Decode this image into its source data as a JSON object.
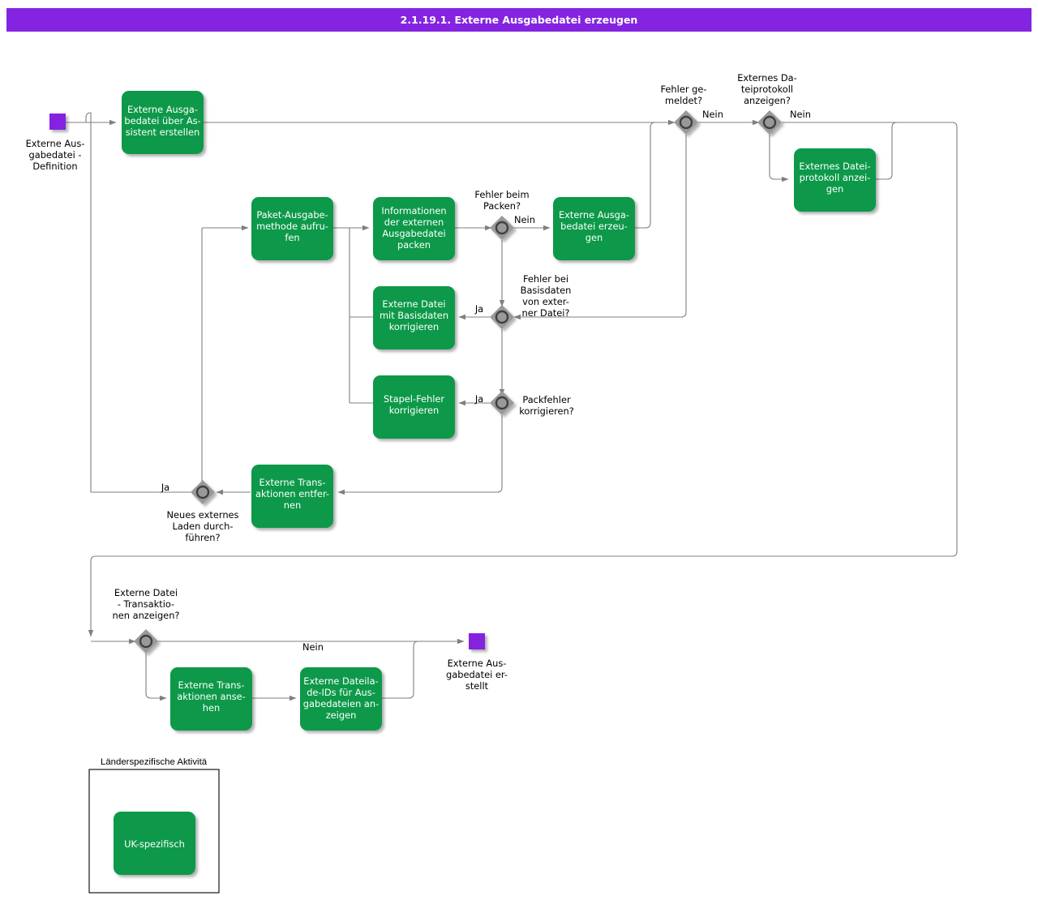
{
  "header": {
    "title": "2.1.19.1. Externe Ausgabedatei erzeugen",
    "bar_color": "#8424e0"
  },
  "theme": {
    "task_fill": "#089949",
    "task_text": "#ffffff",
    "event_fill": "#8424e0",
    "gateway_fill": "#999999",
    "gateway_ring": "#3f3f3f",
    "flow_stroke": "#7f7f7f",
    "page_background": "#ffffff"
  },
  "diagram": {
    "type": "bpmn-flowchart",
    "language": "de",
    "start_event": {
      "name": "start-event",
      "caption_lines": [
        "Externe Aus-",
        "gabedatei -",
        "Definition"
      ]
    },
    "end_event": {
      "name": "end-event",
      "caption_lines": [
        "Externe Aus-",
        "gabedatei er-",
        "stellt"
      ]
    },
    "tasks": [
      {
        "id": "t1",
        "lines": [
          "Externe Ausga-",
          "bedatei über As-",
          "sistent erstellen"
        ]
      },
      {
        "id": "t2",
        "lines": [
          "Paket-Ausgabe-",
          "methode aufru-",
          "fen"
        ]
      },
      {
        "id": "t3",
        "lines": [
          "Informationen",
          "der externen",
          "Ausgabedatei",
          "packen"
        ]
      },
      {
        "id": "t4",
        "lines": [
          "Externe Ausga-",
          "bedatei erzeu-",
          "gen"
        ]
      },
      {
        "id": "t5",
        "lines": [
          "Externes Datei-",
          "protokoll anzei-",
          "gen"
        ]
      },
      {
        "id": "t6",
        "lines": [
          "Externe Datei",
          "mit Basisdaten",
          "korrigieren"
        ]
      },
      {
        "id": "t7",
        "lines": [
          "Stapel-Fehler",
          "korrigieren"
        ]
      },
      {
        "id": "t8",
        "lines": [
          "Externe Trans-",
          "aktionen entfer-",
          "nen"
        ]
      },
      {
        "id": "t9",
        "lines": [
          "Externe Trans-",
          "aktionen anse-",
          "hen"
        ]
      },
      {
        "id": "t10",
        "lines": [
          "Externe Dateila-",
          "de-IDs für Aus-",
          "gabedateien an-",
          "zeigen"
        ]
      }
    ],
    "gateways": [
      {
        "id": "g1",
        "caption_lines": [
          "Fehler beim",
          "Packen?"
        ],
        "caption_pos": "top"
      },
      {
        "id": "g2",
        "caption_lines": [
          "Fehler bei",
          "Basisdaten",
          "von exter-",
          "ner Datei?"
        ],
        "caption_pos": "right"
      },
      {
        "id": "g3",
        "caption_lines": [
          "Packfehler",
          "korrigieren?"
        ],
        "caption_pos": "right"
      },
      {
        "id": "g4",
        "caption_lines": [
          "Fehler ge-",
          "meldet?"
        ],
        "caption_pos": "top"
      },
      {
        "id": "g5",
        "caption_lines": [
          "Externes Da-",
          "teiprotokoll",
          "anzeigen?"
        ],
        "caption_pos": "top"
      },
      {
        "id": "g6",
        "caption_lines": [
          "Neues externes",
          "Laden durch-",
          "führen?"
        ],
        "caption_pos": "bottom"
      },
      {
        "id": "g7",
        "caption_lines": [
          "Externe Datei",
          "- Transaktio-",
          "nen anzeigen?"
        ],
        "caption_pos": "top"
      }
    ],
    "edge_labels": [
      {
        "id": "e1",
        "text": "Nein"
      },
      {
        "id": "e2",
        "text": "Ja"
      },
      {
        "id": "e3",
        "text": "Ja"
      },
      {
        "id": "e4",
        "text": "Nein"
      },
      {
        "id": "e5",
        "text": "Nein"
      },
      {
        "id": "e6",
        "text": "Ja"
      },
      {
        "id": "e7",
        "text": "Nein"
      }
    ]
  },
  "legend": {
    "title": "Länderspezifische Aktivitä",
    "sample_label": "UK-spezifisch"
  }
}
